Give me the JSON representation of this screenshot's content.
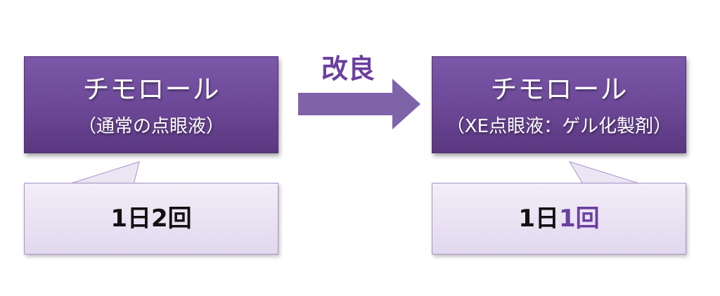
{
  "before": {
    "title": "チモロール",
    "subtitle": "（通常の点眼液）",
    "dosage": "1日2回"
  },
  "arrow_label": "改良",
  "after": {
    "title": "チモロール",
    "subtitle": "（XE点眼液：ゲル化製剤）",
    "dosage_prefix": "1日",
    "dosage_highlight": "1回"
  },
  "colors": {
    "box_fill": "#6b4796",
    "callout_fill": "#e8e0f2",
    "accent": "#6b3fa0",
    "arrow": "#7f63a8"
  }
}
